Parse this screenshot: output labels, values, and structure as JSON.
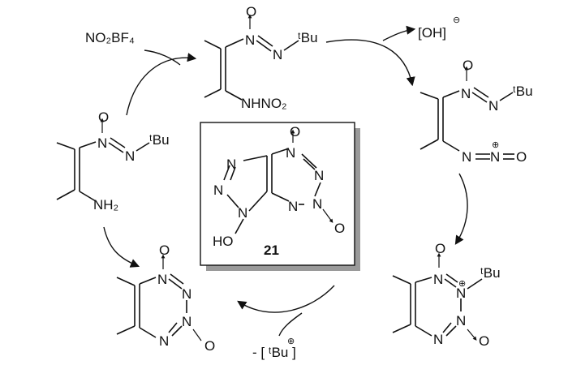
{
  "reagents": {
    "nitronium": "NO₂BF₄",
    "hydroxide": "[OH]",
    "minus_sign": "⊖",
    "tbu_loss": "- [ ᵗBu ]"
  },
  "atoms": {
    "N": "N",
    "O": "O",
    "tBu": "ᵗBu",
    "NH2": "NH₂",
    "NHNO2": "NHNO₂",
    "HO": "HO",
    "plus": "⊕"
  },
  "compound": {
    "label": "21"
  },
  "colors": {
    "ink": "#111111",
    "box_shadow": "#9a9a9a"
  }
}
